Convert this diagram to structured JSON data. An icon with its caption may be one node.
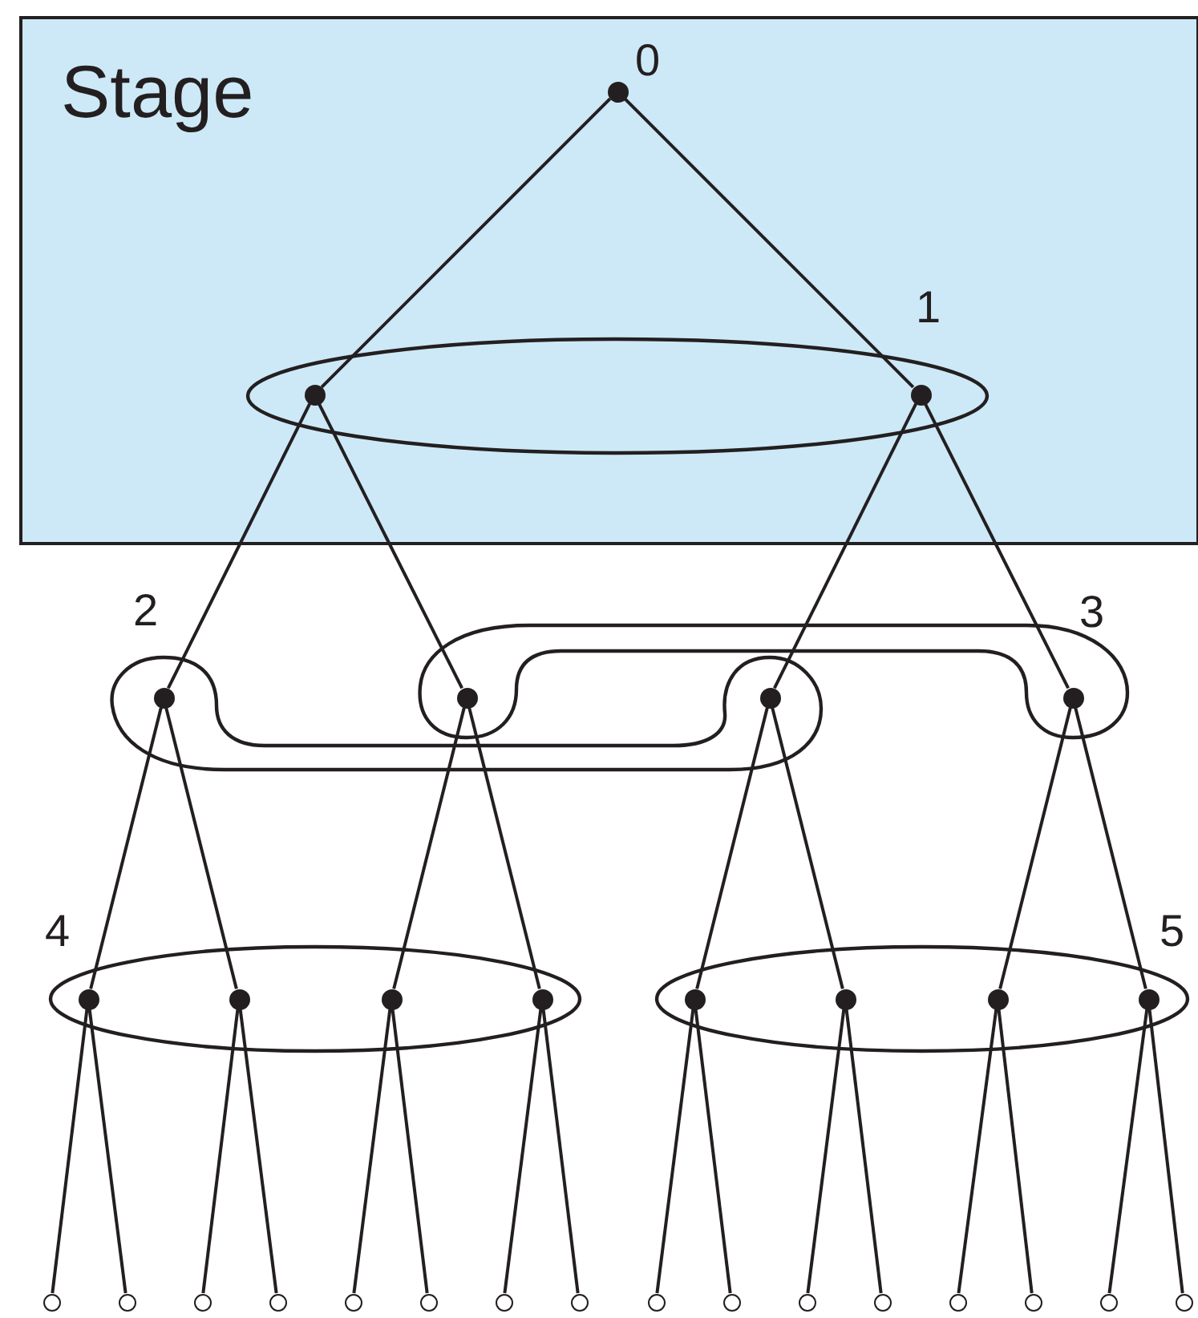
{
  "diagram": {
    "nodes": [
      {
        "text": [
          "Stage"
        ]
      },
      {
        "text": [],
        "shape": "circle",
        "beside": [
          "0"
        ],
        "in": 0
      },
      {
        "text": [
          "1"
        ],
        "in": 0
      },
      {
        "text": [],
        "shape": "circle",
        "in": 2
      },
      {
        "text": [],
        "shape": "circle",
        "in": 2
      },
      {
        "text": [
          "2"
        ]
      },
      {
        "text": [
          "3"
        ]
      },
      {
        "text": [],
        "shape": "circle",
        "in": 5
      },
      {
        "text": [],
        "shape": "circle",
        "in": 6
      },
      {
        "text": [],
        "shape": "circle",
        "in": 5
      },
      {
        "text": [],
        "shape": "circle",
        "in": 6
      },
      {
        "text": [
          "4"
        ]
      },
      {
        "text": [
          "5"
        ]
      },
      {
        "text": [],
        "shape": "circle",
        "in": 11
      },
      {
        "text": [],
        "shape": "circle",
        "in": 11
      },
      {
        "text": [],
        "shape": "circle",
        "in": 11
      },
      {
        "text": [],
        "shape": "circle",
        "in": 11
      },
      {
        "text": [],
        "shape": "circle",
        "in": 12
      },
      {
        "text": [],
        "shape": "circle",
        "in": 12
      },
      {
        "text": [],
        "shape": "circle",
        "in": 12
      },
      {
        "text": [],
        "shape": "circle",
        "in": 12
      },
      {
        "text": [],
        "shape": "circle"
      },
      {
        "text": [],
        "shape": "circle"
      },
      {
        "text": [],
        "shape": "circle"
      },
      {
        "text": [],
        "shape": "circle"
      },
      {
        "text": [],
        "shape": "circle"
      },
      {
        "text": [],
        "shape": "circle"
      },
      {
        "text": [],
        "shape": "circle"
      },
      {
        "text": [],
        "shape": "circle"
      },
      {
        "text": [],
        "shape": "circle"
      },
      {
        "text": [],
        "shape": "circle"
      },
      {
        "text": [],
        "shape": "circle"
      },
      {
        "text": [],
        "shape": "circle"
      },
      {
        "text": [],
        "shape": "circle"
      },
      {
        "text": [],
        "shape": "circle"
      },
      {
        "text": [],
        "shape": "circle"
      },
      {
        "text": [],
        "shape": "circle"
      }
    ],
    "edges": [
      {
        "from": 1,
        "to": 3,
        "arrow": "none"
      },
      {
        "from": 1,
        "to": 4,
        "arrow": "none"
      },
      {
        "from": 3,
        "to": 7,
        "arrow": "none"
      },
      {
        "from": 3,
        "to": 8,
        "arrow": "none"
      },
      {
        "from": 4,
        "to": 9,
        "arrow": "none"
      },
      {
        "from": 4,
        "to": 10,
        "arrow": "none"
      },
      {
        "from": 7,
        "to": 13,
        "arrow": "none"
      },
      {
        "from": 7,
        "to": 14,
        "arrow": "none"
      },
      {
        "from": 8,
        "to": 15,
        "arrow": "none"
      },
      {
        "from": 8,
        "to": 16,
        "arrow": "none"
      },
      {
        "from": 9,
        "to": 17,
        "arrow": "none"
      },
      {
        "from": 9,
        "to": 18,
        "arrow": "none"
      },
      {
        "from": 10,
        "to": 19,
        "arrow": "none"
      },
      {
        "from": 10,
        "to": 20,
        "arrow": "none"
      },
      {
        "from": 13,
        "to": 21,
        "arrow": "none"
      },
      {
        "from": 13,
        "to": 22,
        "arrow": "none"
      },
      {
        "from": 14,
        "to": 23,
        "arrow": "none"
      },
      {
        "from": 14,
        "to": 24,
        "arrow": "none"
      },
      {
        "from": 15,
        "to": 25,
        "arrow": "none"
      },
      {
        "from": 15,
        "to": 26,
        "arrow": "none"
      },
      {
        "from": 16,
        "to": 27,
        "arrow": "none"
      },
      {
        "from": 16,
        "to": 28,
        "arrow": "none"
      },
      {
        "from": 17,
        "to": 29,
        "arrow": "none"
      },
      {
        "from": 17,
        "to": 30,
        "arrow": "none"
      },
      {
        "from": 18,
        "to": 31,
        "arrow": "none"
      },
      {
        "from": 18,
        "to": 32,
        "arrow": "none"
      },
      {
        "from": 19,
        "to": 33,
        "arrow": "none"
      },
      {
        "from": 19,
        "to": 34,
        "arrow": "none"
      },
      {
        "from": 20,
        "to": 35,
        "arrow": "none"
      },
      {
        "from": 20,
        "to": 36,
        "arrow": "none"
      }
    ]
  }
}
